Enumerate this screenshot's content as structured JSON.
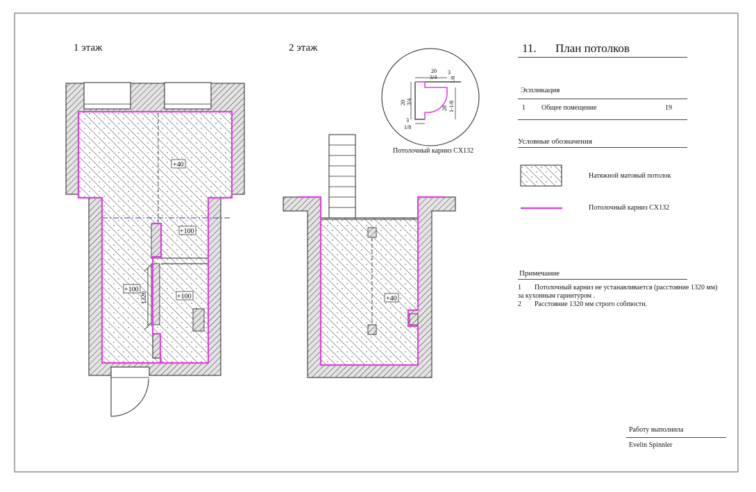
{
  "floor1": {
    "title": "1 этаж",
    "labels": [
      "+40",
      "+100",
      "+100",
      "+100"
    ],
    "dim": "1320"
  },
  "floor2": {
    "title": "2 этаж",
    "labels": [
      "+40"
    ]
  },
  "detail": {
    "caption": "Потолочный карниз CX132",
    "dims": [
      "20",
      "3/4",
      "3",
      "1/8",
      "20",
      "3/4",
      "28",
      "1-1/8",
      "3",
      "1/8"
    ]
  },
  "sheet": {
    "number": "11.",
    "title": "План потолков"
  },
  "explication": {
    "heading": "Эспликация",
    "rows": [
      {
        "num": "1",
        "name": "Общее помещение",
        "area": "19"
      }
    ]
  },
  "legend": {
    "heading": "Условные обозначения",
    "items": [
      {
        "symbol": "hatch",
        "label": "Натяжной матовый потолок"
      },
      {
        "symbol": "line",
        "label": "Потолочный карниз CX132"
      }
    ]
  },
  "notes": {
    "heading": "Примечание",
    "items": [
      {
        "num": "1",
        "text": "Потолочный карниз не устанавливается (расстояние 1320 мм)",
        "cont": "за кухонным гаринтуром ."
      },
      {
        "num": "2",
        "text": "Расстояние 1320 мм строго собпюсти."
      }
    ]
  },
  "signature": {
    "label": "Работу выполнила",
    "name": "Evelin Spinnler"
  },
  "colors": {
    "cornice": "#e040e0",
    "wall_fill": "#d8d8d8",
    "ink": "#111111",
    "axis": "#3333aa"
  }
}
